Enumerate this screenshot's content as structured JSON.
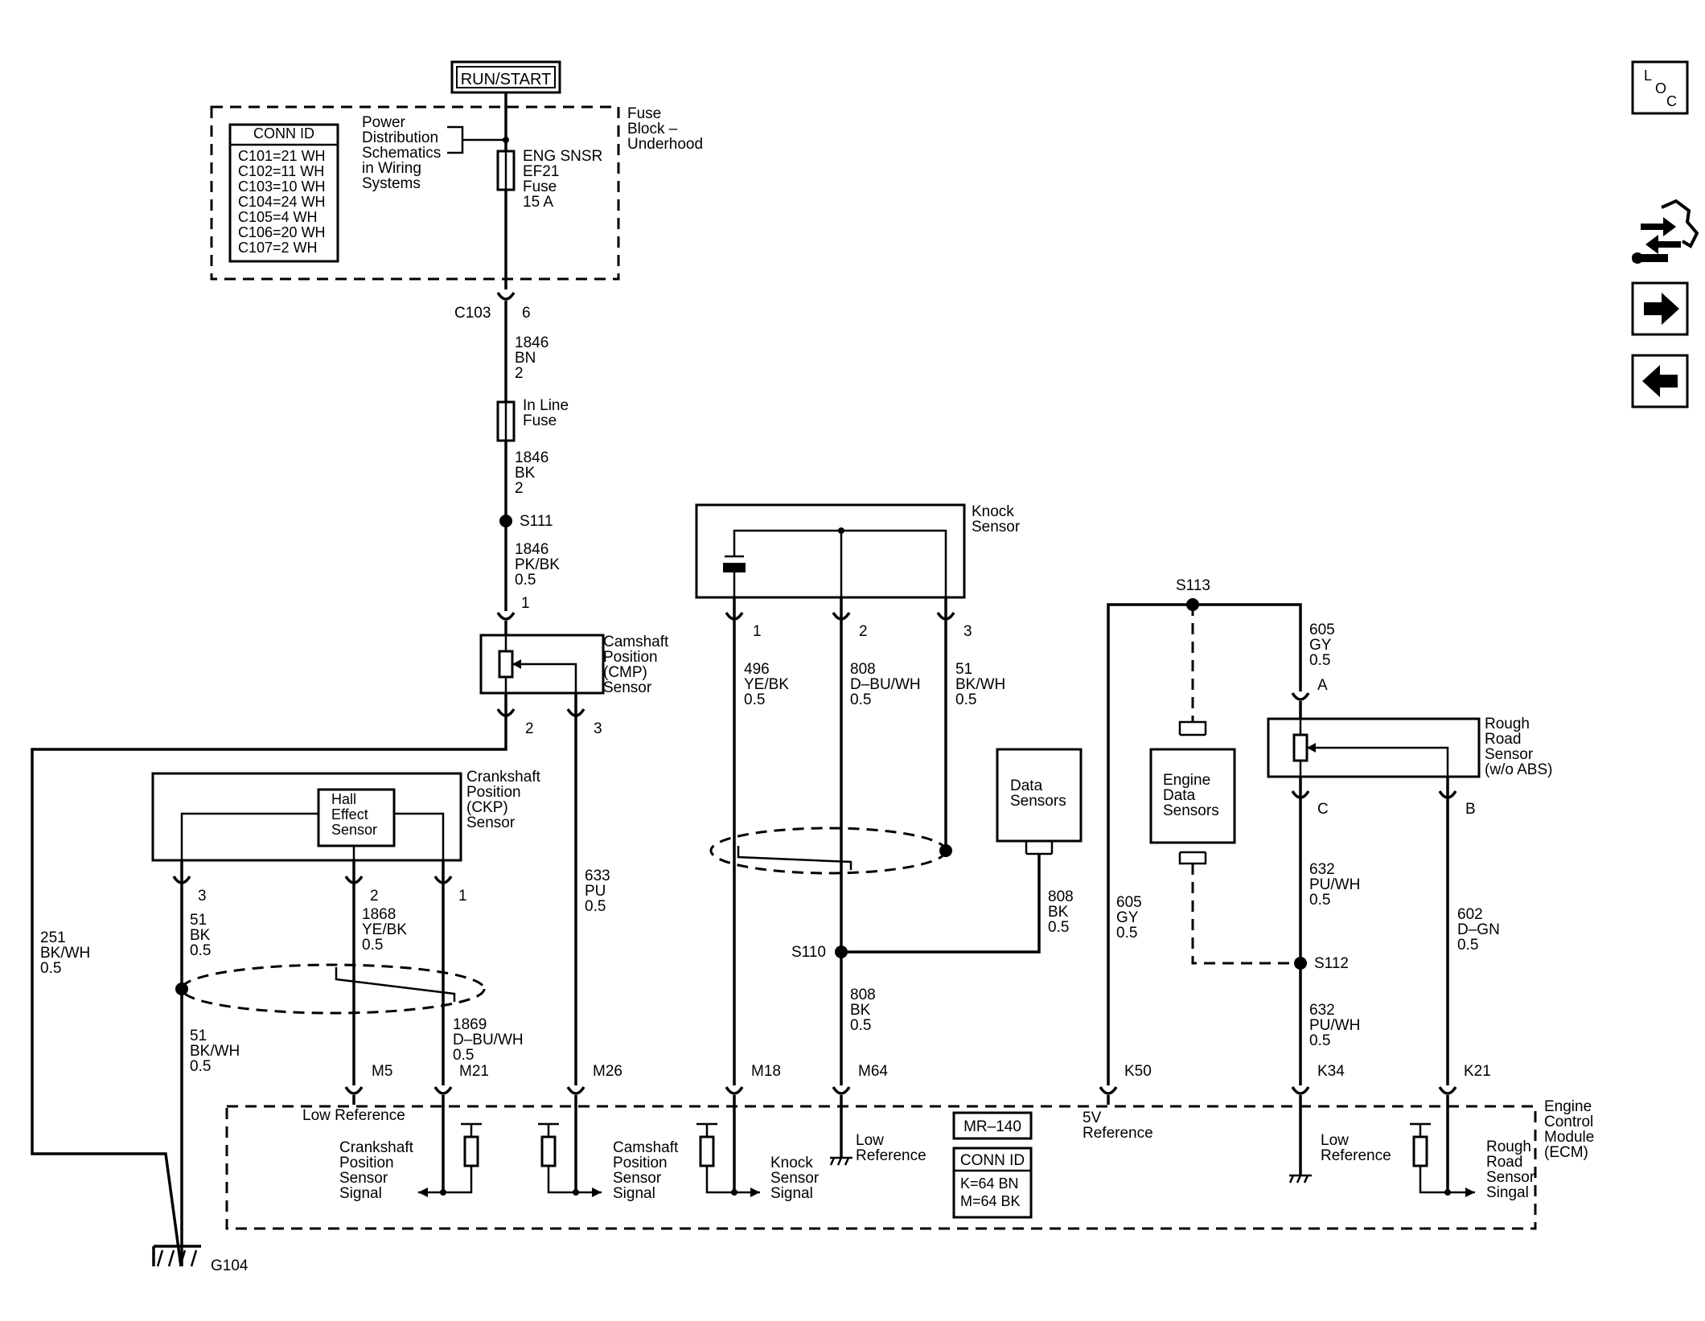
{
  "power": {
    "run_start": "RUN/START",
    "fuse_block": [
      "Fuse",
      "Block –",
      "Underhood"
    ],
    "power_dist": [
      "Power",
      "Distribution",
      "Schematics",
      "in Wiring",
      "Systems"
    ],
    "fuse_ef21": [
      "ENG SNSR",
      "EF21",
      "Fuse",
      "15 A"
    ],
    "conn_table_title": "CONN ID",
    "conn_table_rows": [
      "C101=21 WH",
      "C102=11 WH",
      "C103=10 WH",
      "C104=24 WH",
      "C105=4 WH",
      "C106=20 WH",
      "C107=2 WH"
    ],
    "c103_label": "C103",
    "c103_pin": "6",
    "wire_1846_bn": [
      "1846",
      "BN",
      "2"
    ],
    "inline_fuse": [
      "In Line",
      "Fuse"
    ],
    "wire_1846_bk": [
      "1846",
      "BK",
      "2"
    ],
    "splice_s111": "S111",
    "wire_1846_pkbk": [
      "1846",
      "PK/BK",
      "0.5"
    ]
  },
  "cmp": {
    "label": [
      "Camshaft",
      "Position",
      "(CMP)",
      "Sensor"
    ],
    "pin1": "1",
    "pin2": "2",
    "pin3": "3",
    "wire_633": [
      "633",
      "PU",
      "0.5"
    ]
  },
  "ground": {
    "wire_251": [
      "251",
      "BK/WH",
      "0.5"
    ],
    "g104": "G104"
  },
  "ckp": {
    "label": [
      "Crankshaft",
      "Position",
      "(CKP)",
      "Sensor"
    ],
    "hall": [
      "Hall",
      "Effect",
      "Sensor"
    ],
    "pin3": "3",
    "pin2": "2",
    "pin1": "1",
    "wire_51_bk": [
      "51",
      "BK",
      "0.5"
    ],
    "wire_1868": [
      "1868",
      "YE/BK",
      "0.5"
    ],
    "wire_51_bkwh": [
      "51",
      "BK/WH",
      "0.5"
    ],
    "wire_1869": [
      "1869",
      "D–BU/WH",
      "0.5"
    ]
  },
  "knock": {
    "label": [
      "Knock",
      "Sensor"
    ],
    "pin1": "1",
    "pin2": "2",
    "pin3": "3",
    "wire_496": [
      "496",
      "YE/BK",
      "0.5"
    ],
    "wire_808_dbu": [
      "808",
      "D–BU/WH",
      "0.5"
    ],
    "wire_51_bkwh": [
      "51",
      "BK/WH",
      "0.5"
    ],
    "splice_s110": "S110",
    "wire_808_bk_low": [
      "808",
      "BK",
      "0.5"
    ],
    "data_sensors": [
      "Data",
      "Sensors"
    ],
    "wire_808_bk_data": [
      "808",
      "BK",
      "0.5"
    ]
  },
  "rough": {
    "splice_s113": "S113",
    "wire_605_top": [
      "605",
      "GY",
      "0.5"
    ],
    "pin_a": "A",
    "pin_c": "C",
    "pin_b": "B",
    "label": [
      "Rough",
      "Road",
      "Sensor",
      "(w/o ABS)"
    ],
    "engine_data": [
      "Engine",
      "Data",
      "Sensors"
    ],
    "wire_605_left": [
      "605",
      "GY",
      "0.5"
    ],
    "wire_632_top": [
      "632",
      "PU/WH",
      "0.5"
    ],
    "splice_s112": "S112",
    "wire_632_bottom": [
      "632",
      "PU/WH",
      "0.5"
    ],
    "wire_602": [
      "602",
      "D–GN",
      "0.5"
    ]
  },
  "ecm": {
    "label": [
      "Engine",
      "Control",
      "Module",
      "(ECM)"
    ],
    "pins": [
      "M5",
      "M21",
      "M26",
      "M18",
      "M64",
      "K50",
      "K34",
      "K21"
    ],
    "low_reference_m5": "Low Reference",
    "ckp_signal": [
      "Crankshaft",
      "Position",
      "Sensor",
      "Signal"
    ],
    "cmp_signal": [
      "Camshaft",
      "Position",
      "Sensor",
      "Signal"
    ],
    "knock_signal": [
      "Knock",
      "Sensor",
      "Signal"
    ],
    "low_ref_m64": [
      "Low",
      "Reference"
    ],
    "mr140": "MR–140",
    "conn_title": "CONN ID",
    "conn_rows": [
      "K=64 BN",
      "M=64 BK"
    ],
    "ref_5v": [
      "5V",
      "Reference"
    ],
    "low_ref_k34": [
      "Low",
      "Reference"
    ],
    "rough_signal": [
      "Rough",
      "Road",
      "Sensor",
      "Singal"
    ]
  },
  "nav": {
    "loc_icon": "loc-icon",
    "loc_l": "L",
    "loc_o": "O",
    "loc_c": "C",
    "diag_icon": "diagnostic-icon",
    "next_icon": "arrow-right-icon",
    "prev_icon": "arrow-left-icon"
  }
}
